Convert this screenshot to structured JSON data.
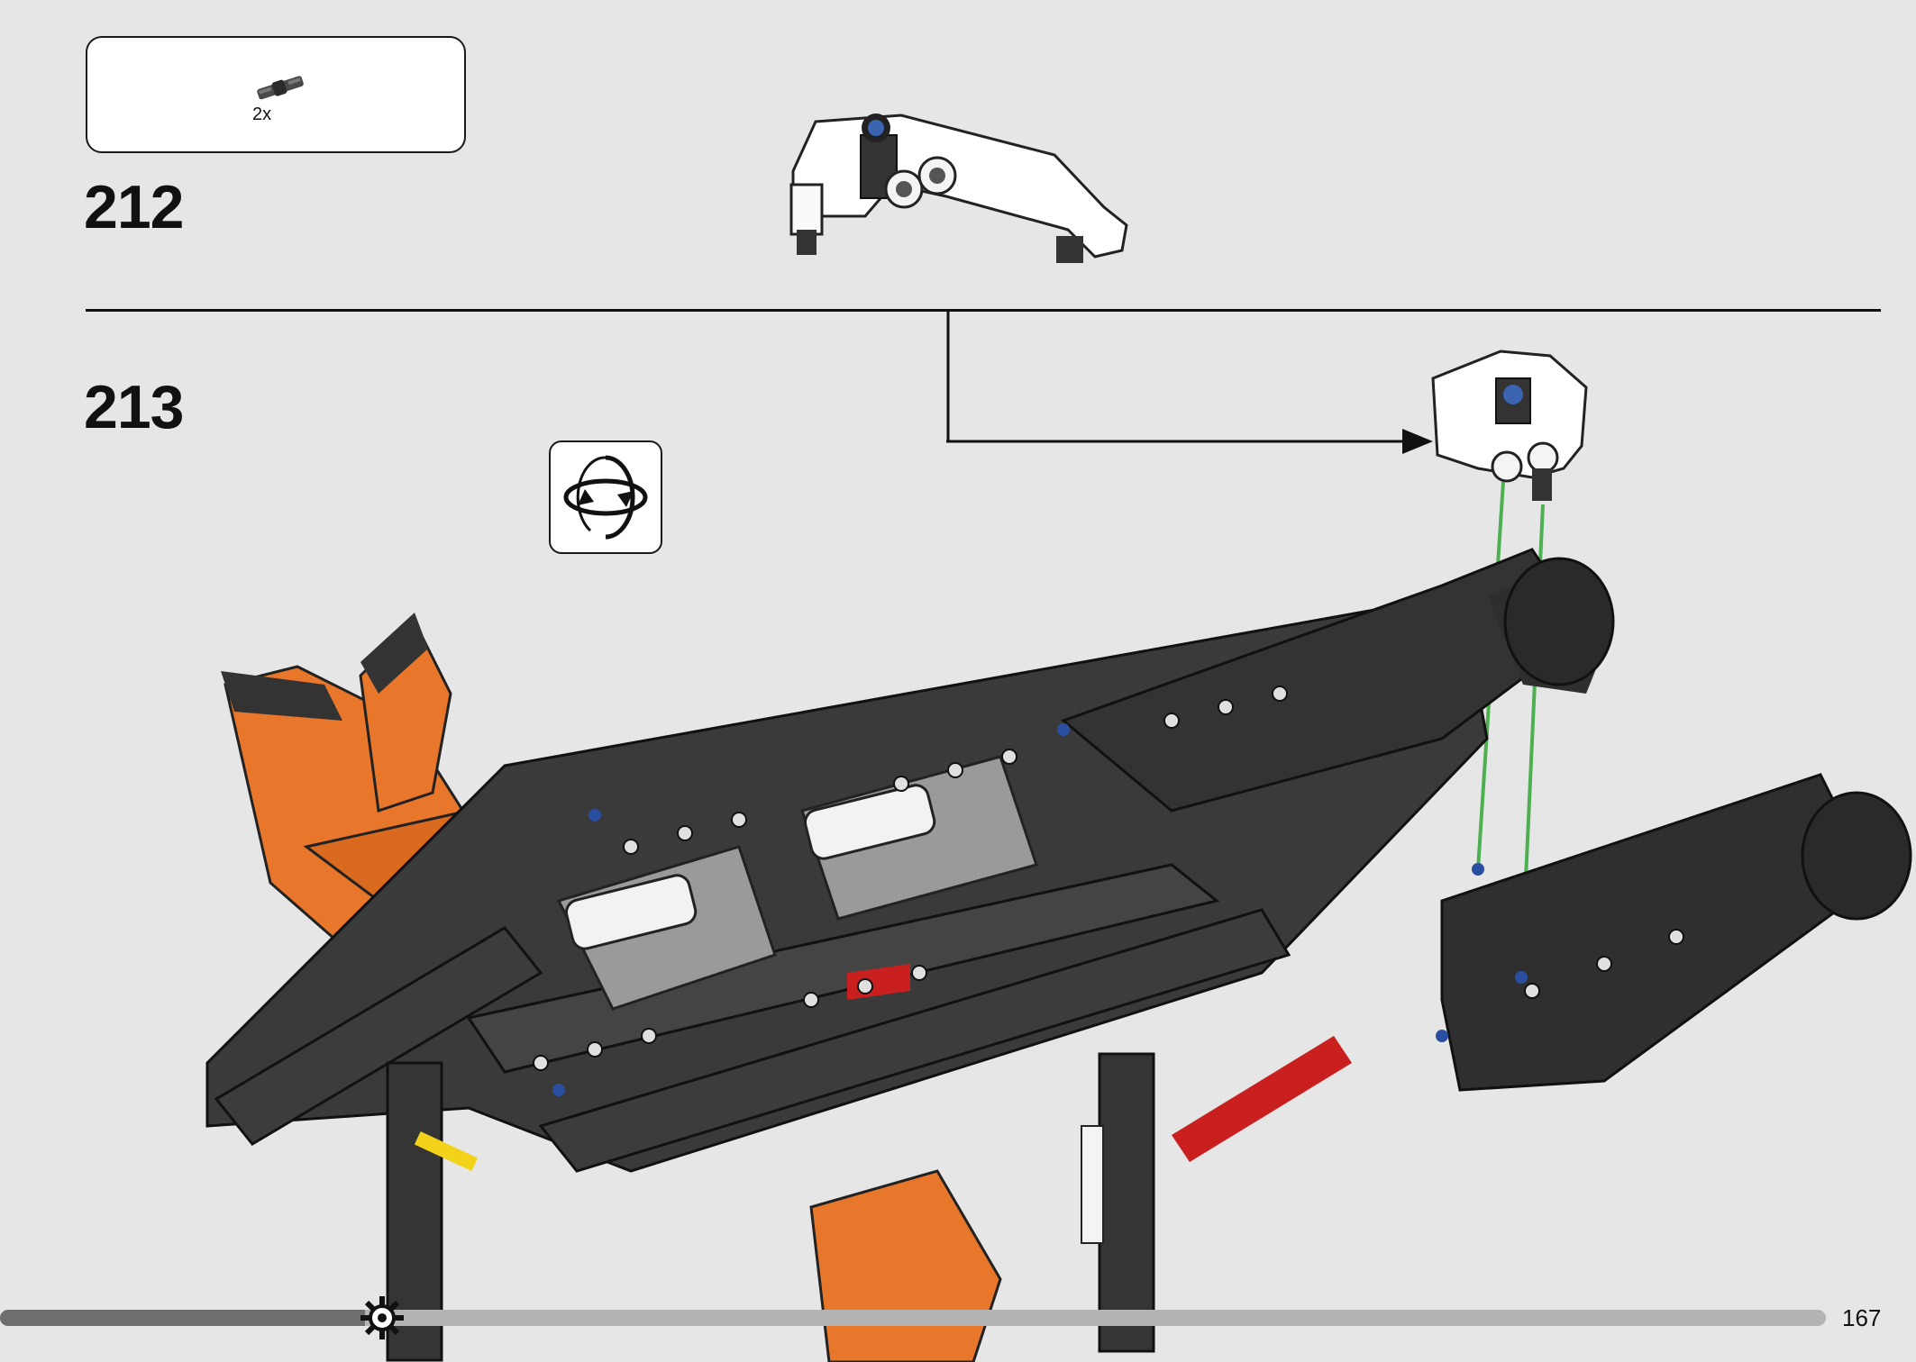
{
  "parts_callout": {
    "icon": "axle-connector-icon",
    "quantity": "2x"
  },
  "steps": {
    "first": "212",
    "second": "213"
  },
  "rotate_callout": {
    "icon": "rotate-model-icon"
  },
  "progress": {
    "fraction": 0.2,
    "icon": "gear-icon"
  },
  "page_number": "167",
  "colors": {
    "background": "#e6e6e6",
    "beam_dark": "#333333",
    "orange": "#e8762b",
    "guide_line": "#4caf50",
    "axle_blue": "#2a4fa0"
  }
}
